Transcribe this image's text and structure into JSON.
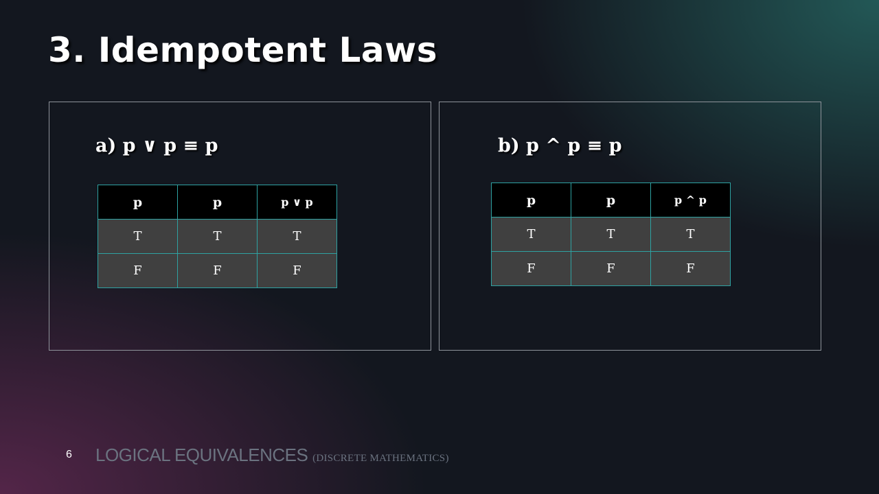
{
  "slide": {
    "title": "3. Idempotent Laws",
    "number": "6",
    "footer_main": "LOGICAL EQUIVALENCES",
    "footer_sub": "(DISCRETE MATHEMATICS)"
  },
  "left_panel": {
    "heading": "a)  p ∨ p ≡ p",
    "table": {
      "headers": [
        "p",
        "p",
        "p ∨ p"
      ],
      "rows": [
        [
          "T",
          "T",
          "T"
        ],
        [
          "F",
          "F",
          "F"
        ]
      ]
    }
  },
  "right_panel": {
    "heading": "b) p ^ p ≡ p",
    "table": {
      "headers": [
        "p",
        "p",
        "p  ^ p"
      ],
      "rows": [
        [
          "T",
          "T",
          "T"
        ],
        [
          "F",
          "F",
          "F"
        ]
      ]
    }
  },
  "colors": {
    "table_border": "#2ea3a3",
    "table_header_bg": "#000000",
    "table_cell_bg": "#404040",
    "panel_border": "#8f949b",
    "footer_text": "#6b7380"
  }
}
